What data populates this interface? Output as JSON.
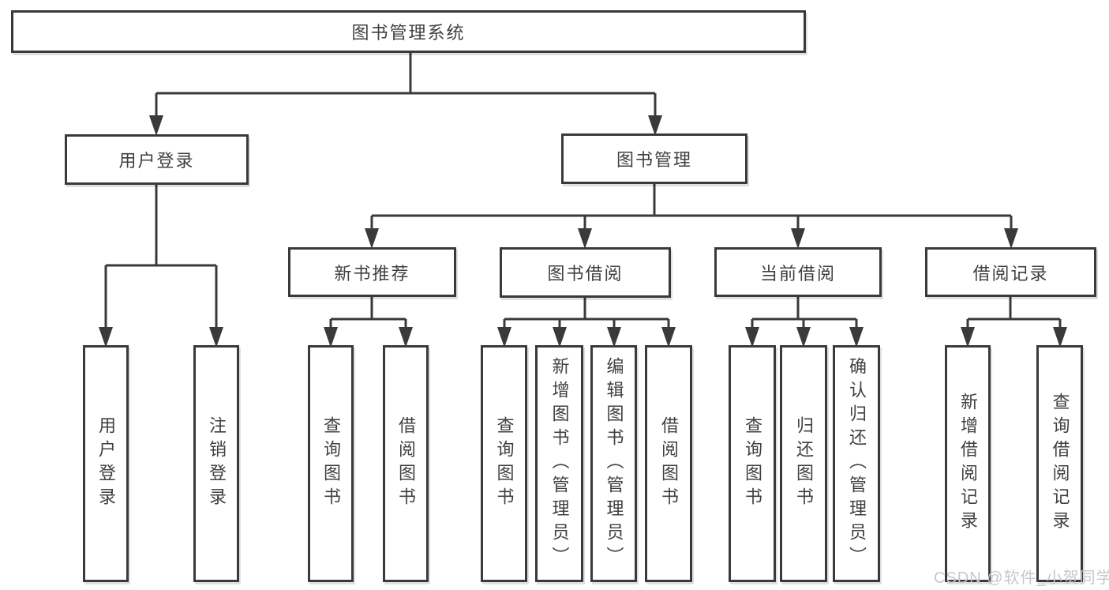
{
  "nodes": {
    "root": "图书管理系统",
    "user_login": "用户登录",
    "book_management": "图书管理",
    "new_book_recommend": "新书推荐",
    "book_borrowing": "图书借阅",
    "current_borrowing": "当前借阅",
    "borrowing_records": "借阅记录",
    "leaf_user_login": "用户登录",
    "leaf_logout": "注销登录",
    "leaf_query_books_recommend": "查询图书",
    "leaf_borrow_books_recommend": "借阅图书",
    "leaf_query_books_borrowing": "查询图书",
    "leaf_add_books_admin": "新增图书（管理员）",
    "leaf_edit_books_admin": "编辑图书（管理员）",
    "leaf_borrow_books_borrowing": "借阅图书",
    "leaf_query_books_current": "查询图书",
    "leaf_return_books": "归还图书",
    "leaf_confirm_return_admin": "确认归还（管理员）",
    "leaf_add_borrow_record": "新增借阅记录",
    "leaf_query_borrow_record": "查询借阅记录"
  },
  "watermark": "CSDN @软件_小贺同学",
  "colors": {
    "line": "#3a3a3a",
    "box_border": "#3a3a3a",
    "text": "#404040",
    "watermark": "#c8c8c8",
    "background": "#ffffff"
  }
}
